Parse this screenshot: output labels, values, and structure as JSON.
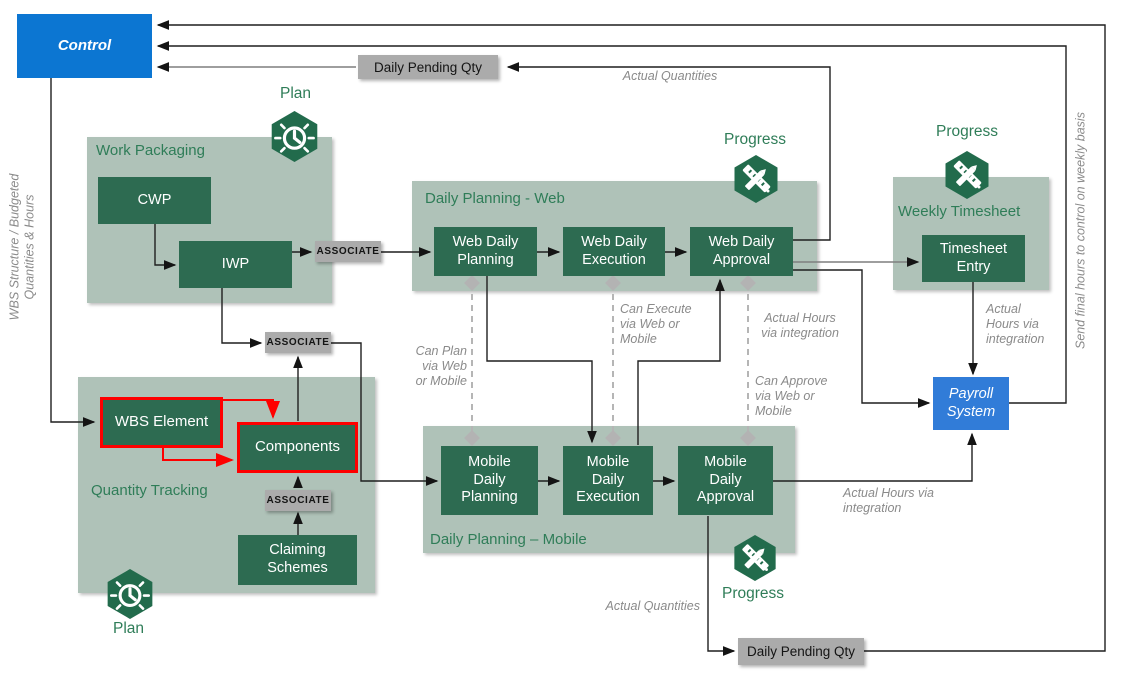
{
  "colors": {
    "node_green": "#2d6b51",
    "group_sage": "#afc2b8",
    "title_green": "#2f7d58",
    "control_blue": "#0c76d2",
    "payroll_blue": "#317cd8",
    "tag_gray": "#ababab",
    "annotation_gray": "#8a8a8a",
    "line": "#1f1f1f",
    "red": "#fe0000",
    "icon_green": "#226b4c"
  },
  "nodes": {
    "control": "Control",
    "cwp": "CWP",
    "iwp": "IWP",
    "web_daily_planning": "Web Daily\nPlanning",
    "web_daily_execution": "Web Daily\nExecution",
    "web_daily_approval": "Web Daily\nApproval",
    "timesheet_entry": "Timesheet\nEntry",
    "payroll_system": "Payroll\nSystem",
    "wbs_element": "WBS Element",
    "components": "Components",
    "claiming_schemes": "Claiming\nSchemes",
    "mobile_daily_planning": "Mobile\nDaily\nPlanning",
    "mobile_daily_execution": "Mobile\nDaily\nExecution",
    "mobile_daily_approval": "Mobile\nDaily\nApproval"
  },
  "groups": {
    "work_packaging": "Work Packaging",
    "daily_planning_web": "Daily Planning - Web",
    "weekly_timesheet": "Weekly Timesheet",
    "quantity_tracking": "Quantity Tracking",
    "daily_planning_mobile": "Daily Planning – Mobile"
  },
  "badges": {
    "plan": "Plan",
    "progress": "Progress"
  },
  "tags": {
    "associate": "ASSOCIATE",
    "daily_pending_qty": "Daily Pending Qty"
  },
  "annotations": {
    "actual_quantities_top": "Actual Quantities",
    "actual_quantities_bottom": "Actual Quantities",
    "wbs_structure": "WBS Structure / Budgeted\nQuantities & Hours",
    "send_final_hours": "Send final hours to control on weekly basis",
    "can_plan": "Can Plan\nvia Web\nor Mobile",
    "can_execute": "Can Execute\nvia Web or\nMobile",
    "can_approve": "Can Approve\nvia Web or\nMobile",
    "actual_hours_web": "Actual Hours\nvia integration",
    "actual_hours_timesheet": "Actual\nHours via\nintegration",
    "actual_hours_mobile": "Actual Hours via\nintegration"
  }
}
